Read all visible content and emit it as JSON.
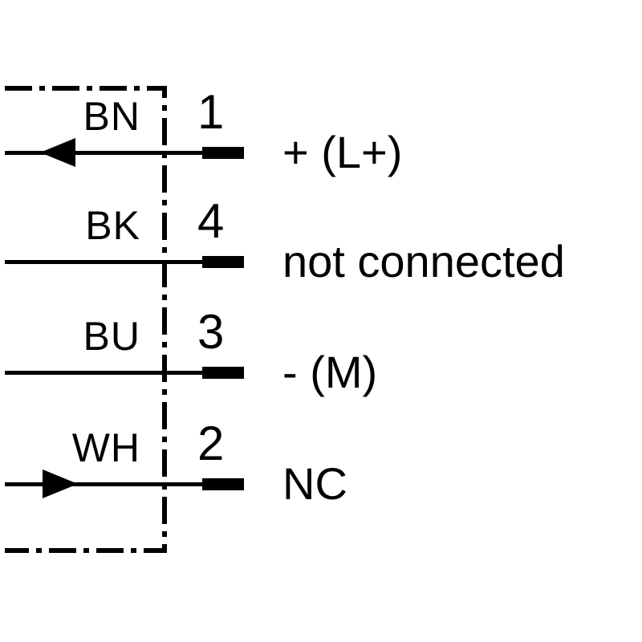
{
  "diagram": {
    "title": "sensor-pin-wiring-diagram",
    "background_color": "#ffffff",
    "line_color": "#000000",
    "rows": [
      {
        "color_code": "BN",
        "pin": "1",
        "signal": "+ (L+)",
        "arrow": "left"
      },
      {
        "color_code": "BK",
        "pin": "4",
        "signal": "not connected",
        "arrow": "none"
      },
      {
        "color_code": "BU",
        "pin": "3",
        "signal": "- (M)",
        "arrow": "none"
      },
      {
        "color_code": "WH",
        "pin": "2",
        "signal": "NC",
        "arrow": "right"
      }
    ]
  }
}
